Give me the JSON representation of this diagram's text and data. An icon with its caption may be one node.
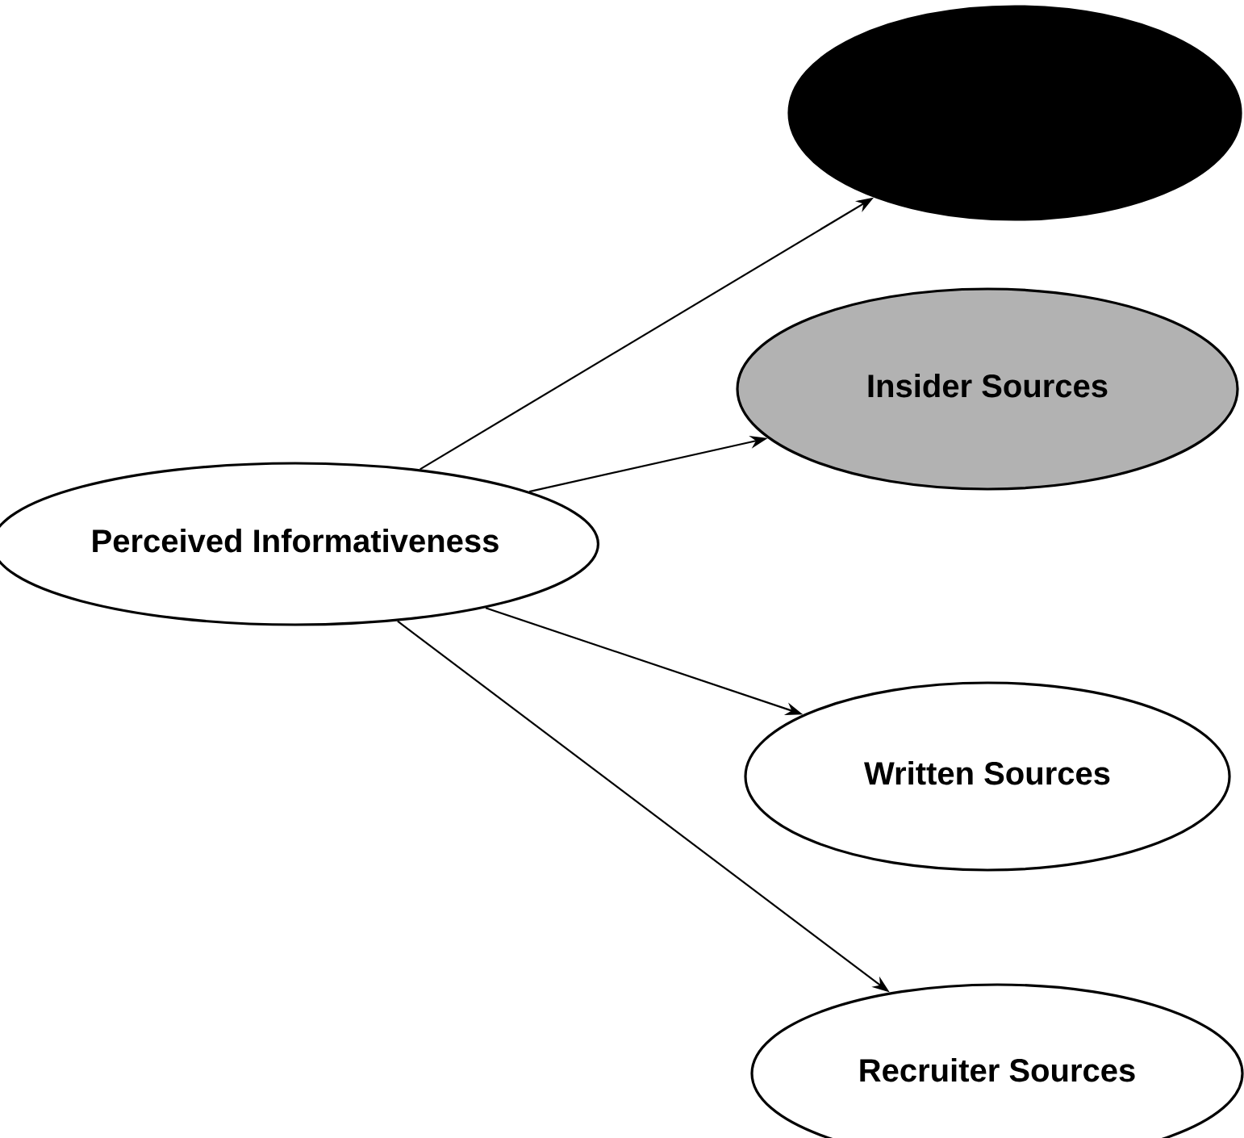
{
  "diagram": {
    "nodes": [
      {
        "text": [
          "Perceived Informativeness"
        ]
      },
      {
        "text": [],
        "shape": "ellipse"
      },
      {
        "text": [
          "Insider Sources"
        ]
      },
      {
        "text": [
          "Written Sources"
        ]
      },
      {
        "text": [
          "Recruiter Sources"
        ]
      }
    ],
    "edges": [
      {
        "from": 0,
        "to": 1,
        "arrow": "to"
      },
      {
        "from": 0,
        "to": 2,
        "arrow": "to"
      },
      {
        "from": 0,
        "to": 3,
        "arrow": "to"
      },
      {
        "from": 0,
        "to": 4,
        "arrow": "to"
      }
    ]
  }
}
